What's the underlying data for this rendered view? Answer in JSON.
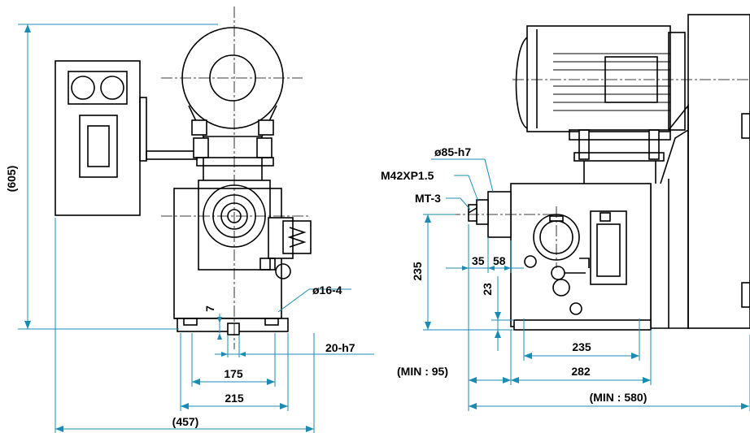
{
  "dimensions": {
    "height_605": "(605)",
    "bore_16_4": "ø16-4",
    "key_7": "7",
    "shaft_20_h7": "20-h7",
    "width_175": "175",
    "width_215": "215",
    "overall_457": "(457)",
    "flange_85_h7": "ø85-h7",
    "thread_m42": "M42XP1.5",
    "taper_mt3": "MT-3",
    "height_235": "235",
    "offset_35": "35",
    "offset_58": "58",
    "offset_23": "23",
    "base_235": "235",
    "base_282": "282",
    "min_95": "(MIN : 95)",
    "min_580": "(MIN : 580)"
  },
  "colors": {
    "dimension_line": "#1b8bb4",
    "outline": "#000000",
    "background": "#ffffff"
  }
}
